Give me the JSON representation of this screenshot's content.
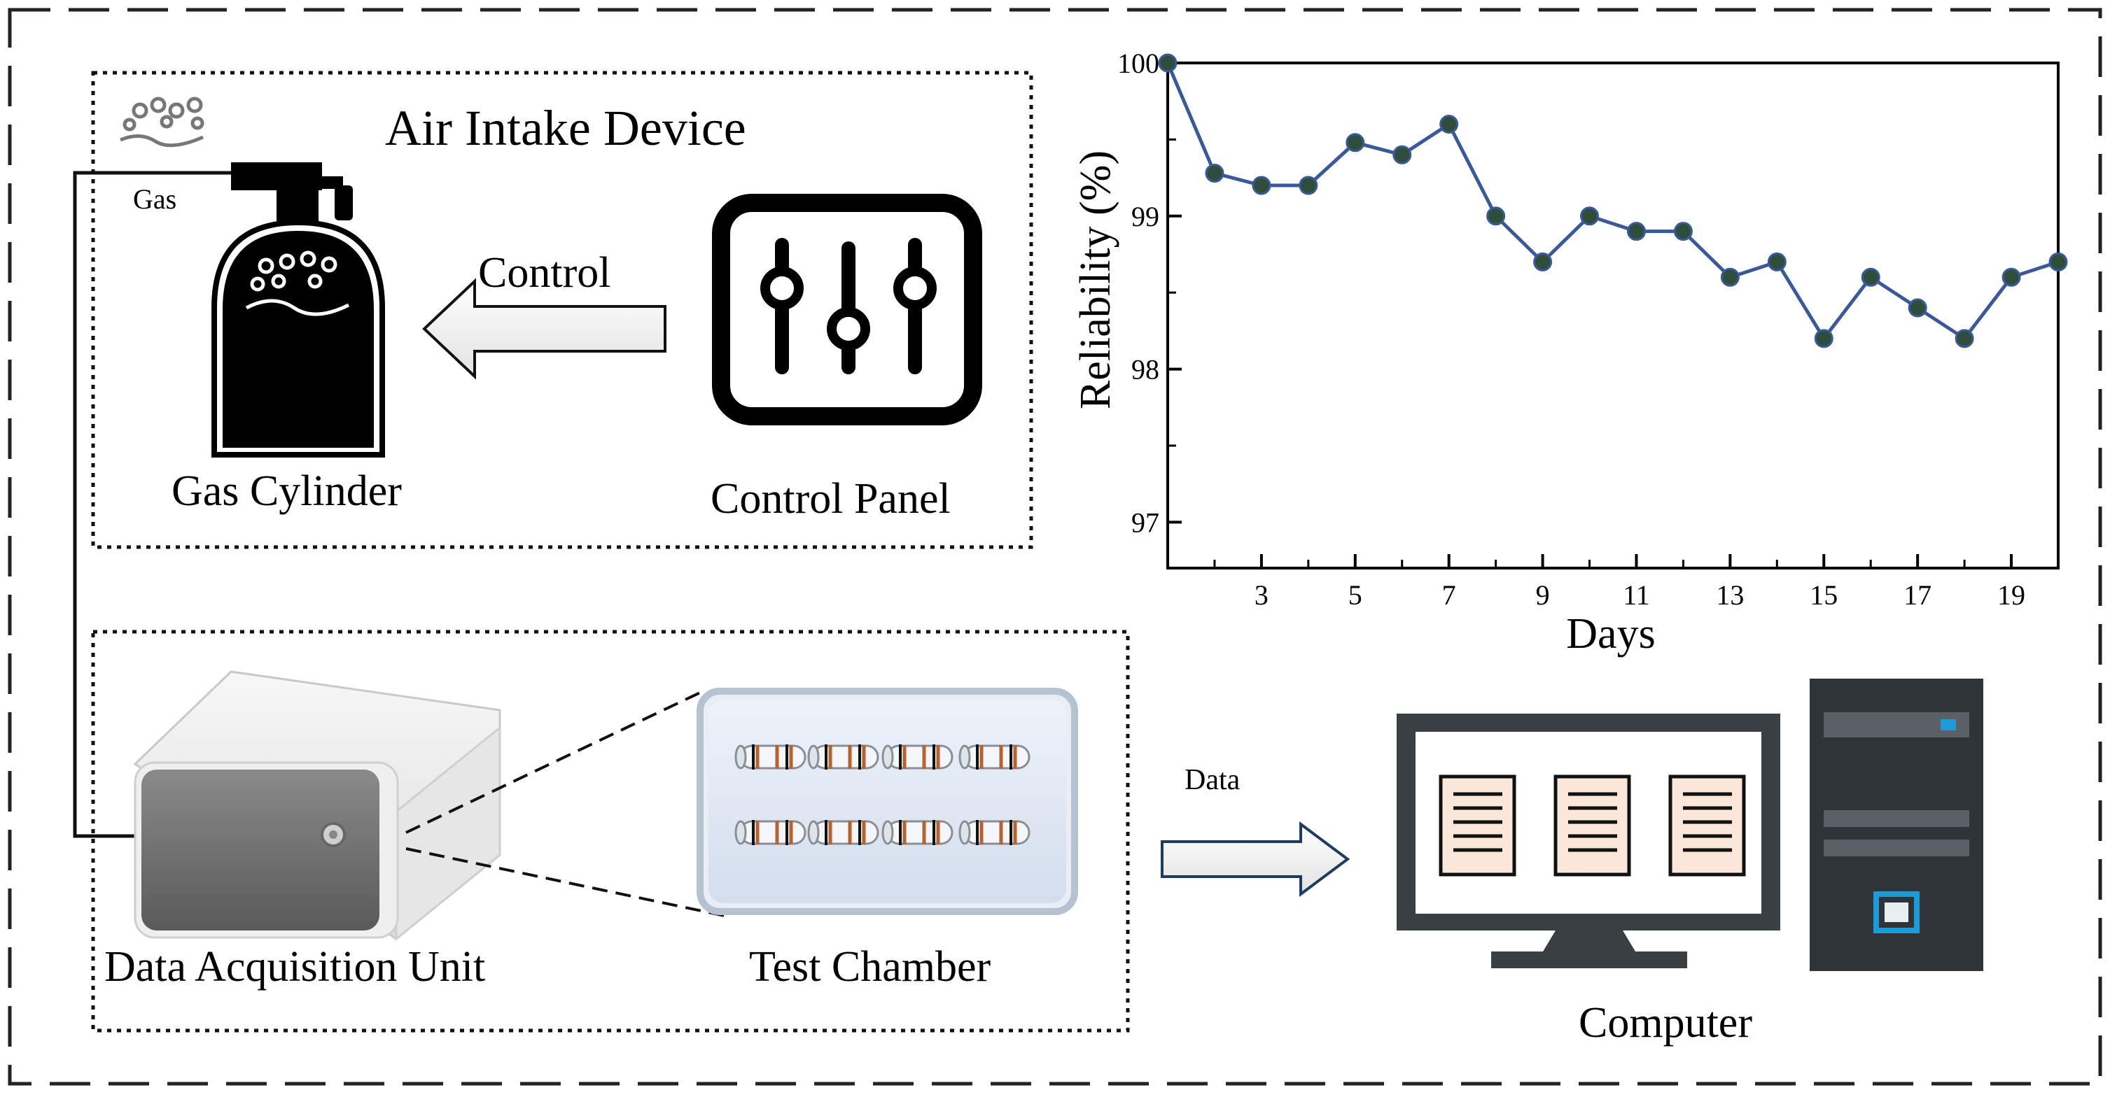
{
  "air_intake": {
    "title": "Air Intake Device",
    "gas_label": "Gas",
    "control_label": "Control",
    "cylinder_label": "Gas Cylinder",
    "panel_label": "Control Panel"
  },
  "acquisition": {
    "unit_label": "Data  Acquisition Unit",
    "chamber_label": "Test Chamber"
  },
  "transfer": {
    "data_label": "Data",
    "computer_label": "Computer"
  },
  "colors": {
    "line": "#3b5998",
    "marker": "#2e4d3a",
    "doc_fill": "#fbe6da",
    "monitor": "#3a3f44",
    "tower": "#2f3439",
    "accent": "#1e9bd7"
  },
  "chart_data": {
    "type": "line",
    "title": "",
    "xlabel": "Days",
    "ylabel": "Reliability (%)",
    "xlim": [
      1,
      20
    ],
    "ylim": [
      96.7,
      100
    ],
    "xticks": [
      3,
      5,
      7,
      9,
      11,
      13,
      15,
      17,
      19
    ],
    "yticks": [
      97,
      98,
      99,
      100
    ],
    "x": [
      1,
      2,
      3,
      4,
      5,
      6,
      7,
      8,
      9,
      10,
      11,
      12,
      13,
      14,
      15,
      16,
      17,
      18,
      19,
      20
    ],
    "series": [
      {
        "values": [
          100,
          99.28,
          99.2,
          99.2,
          99.48,
          99.4,
          99.6,
          99.0,
          98.7,
          99.0,
          98.9,
          98.9,
          98.6,
          98.7,
          98.2,
          98.6,
          98.4,
          98.2,
          98.6,
          98.7
        ]
      }
    ]
  }
}
